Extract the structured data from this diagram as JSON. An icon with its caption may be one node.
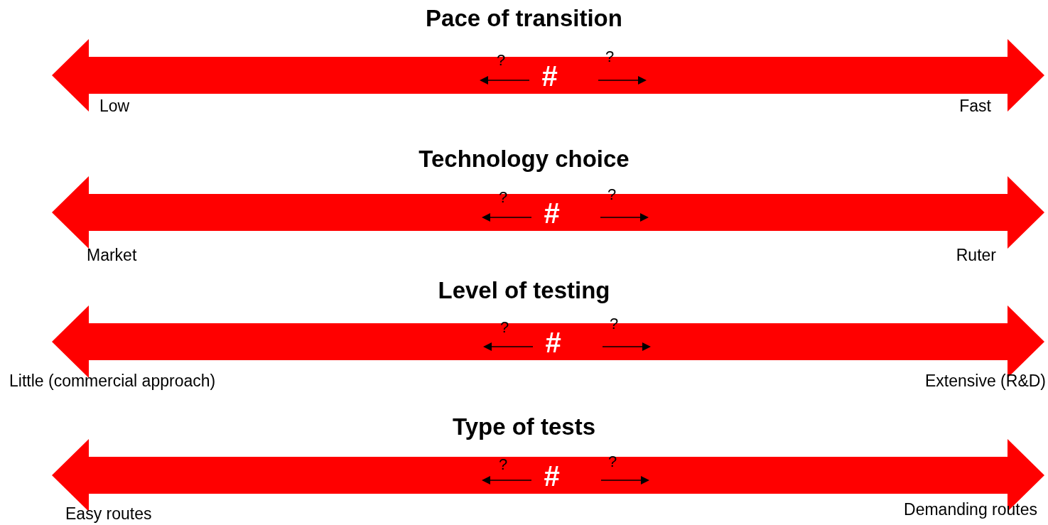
{
  "diagram": {
    "labels": [
      "Pace of transition",
      "?",
      "?",
      "#",
      "Low",
      "Fast",
      "Technology choice",
      "?",
      "?",
      "#",
      "Market",
      "Ruter",
      "Level of testing",
      "?",
      "?",
      "#",
      "Little (commercial approach)",
      "Extensive (R&D)",
      "Type of tests",
      "?",
      "?",
      "#",
      "Easy routes",
      "Demanding routes"
    ]
  }
}
